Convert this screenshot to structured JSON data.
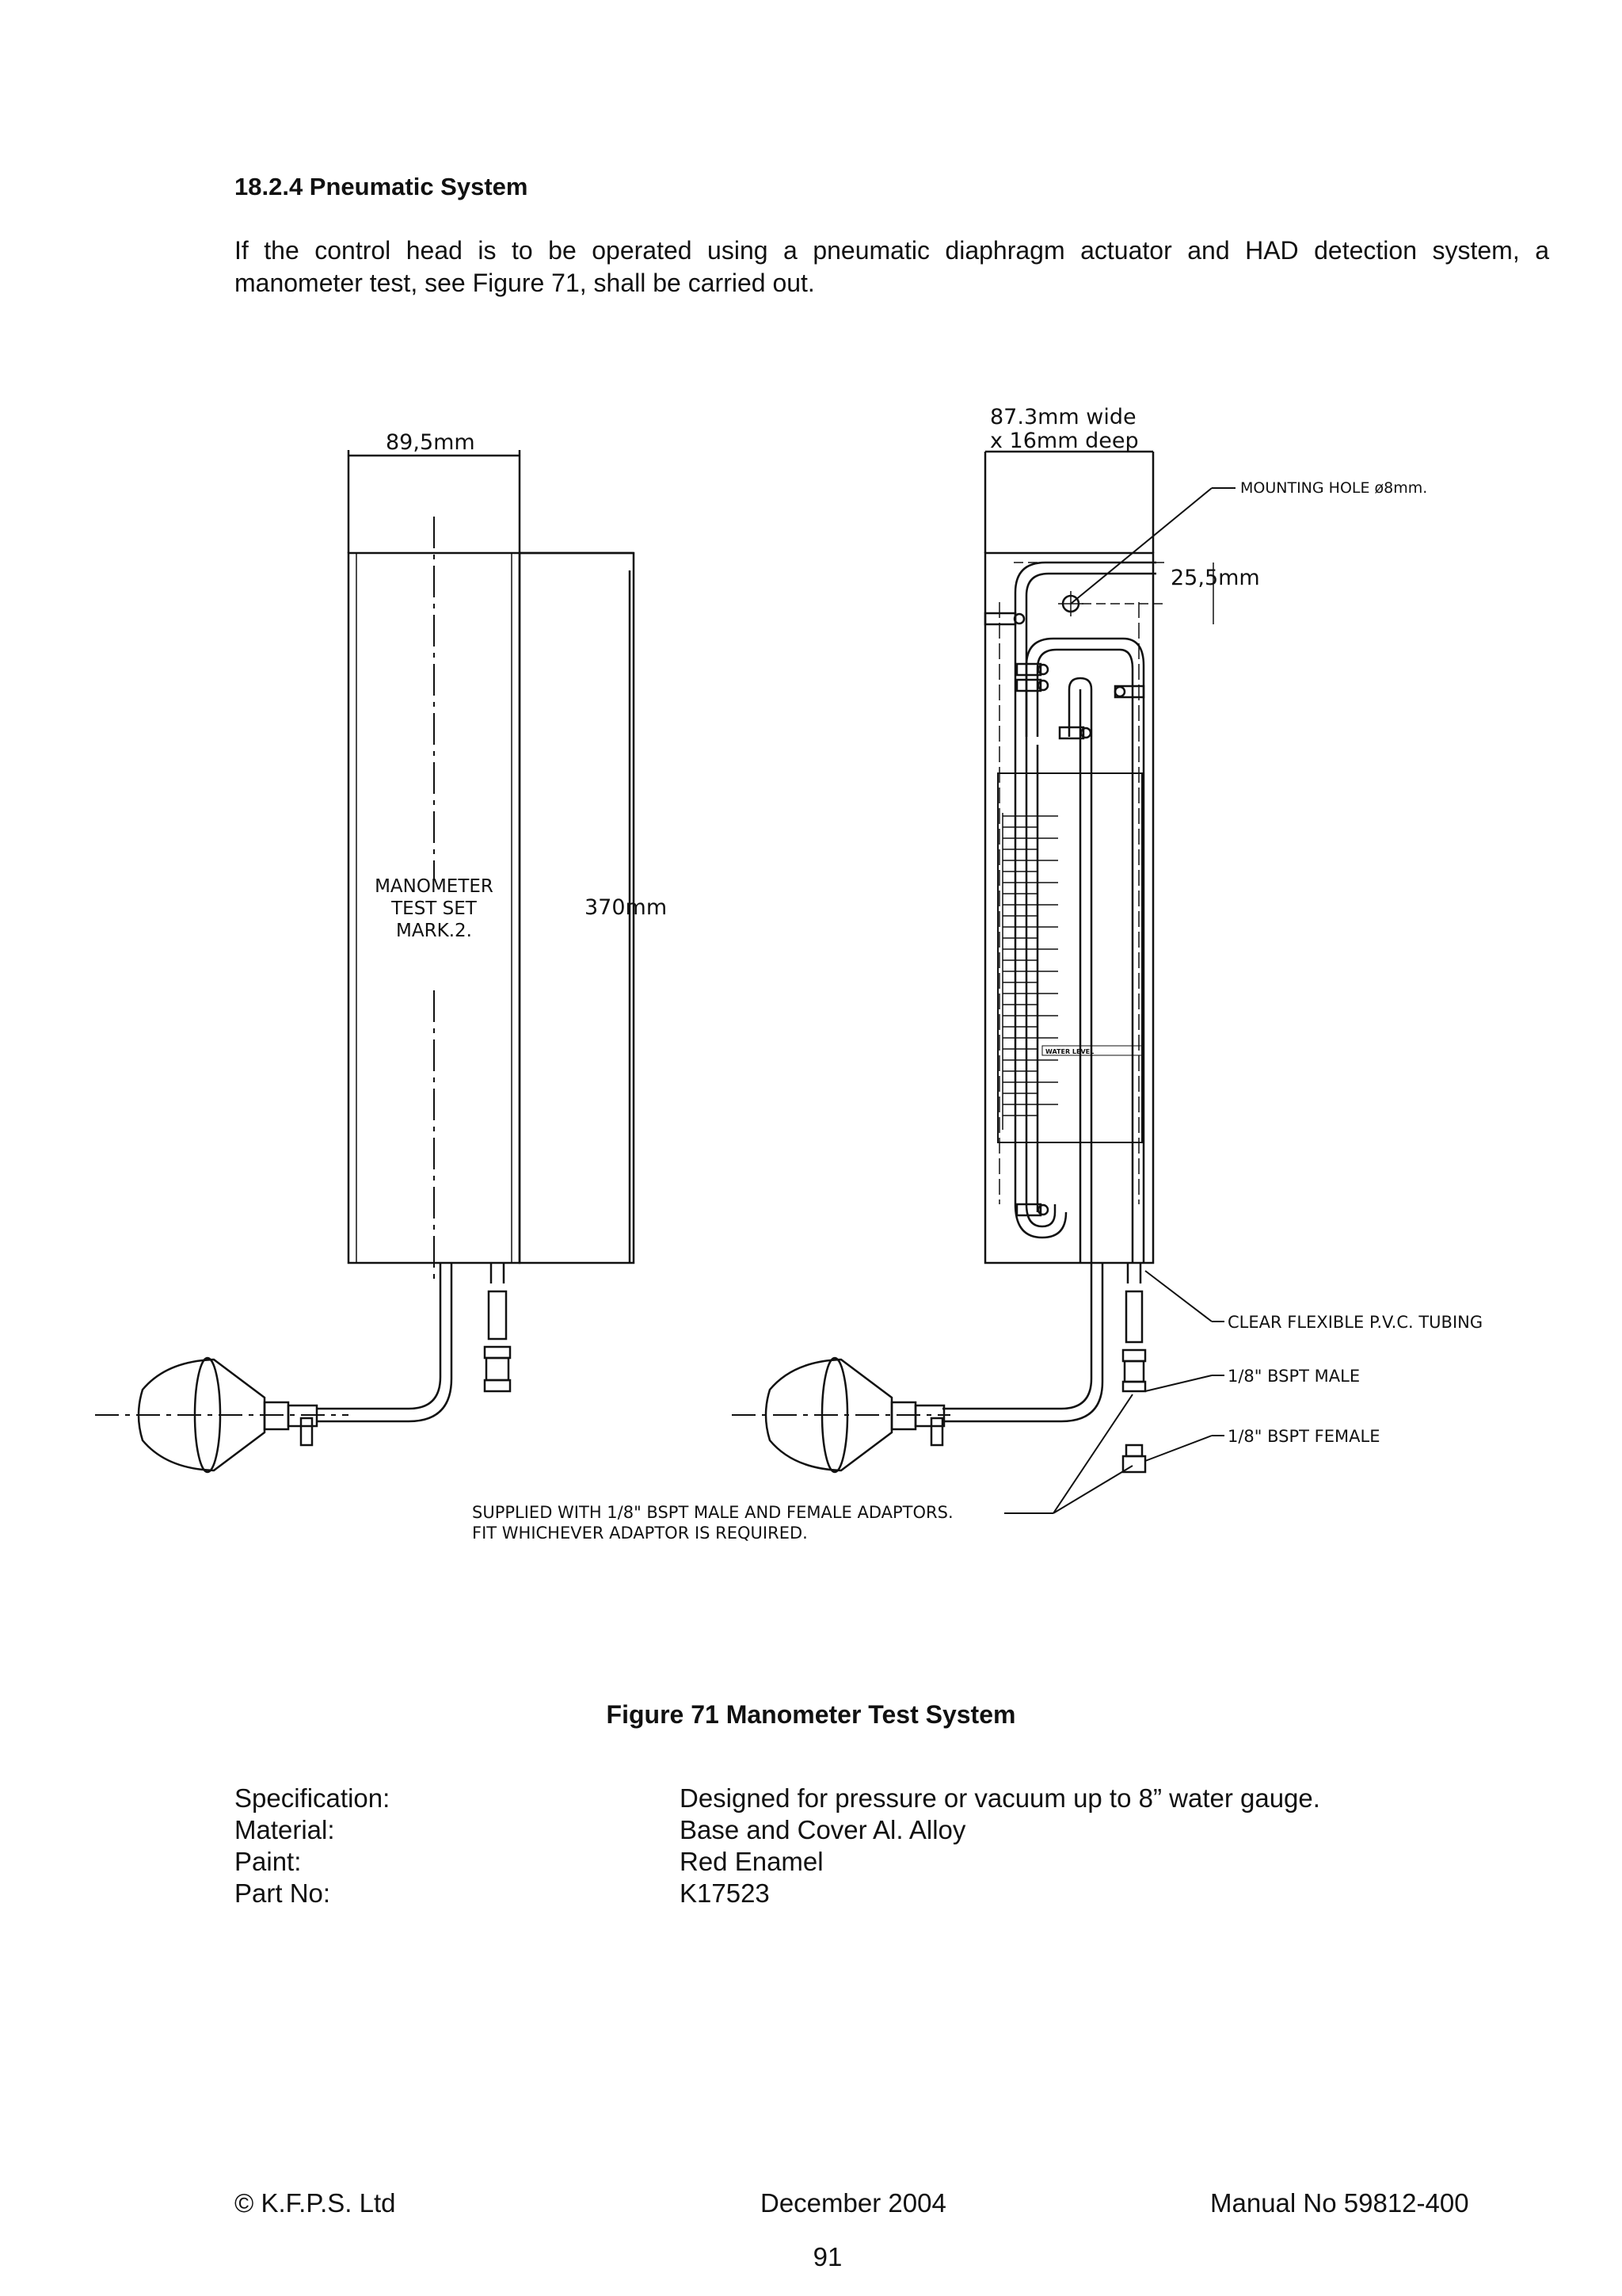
{
  "section": {
    "heading": "18.2.4  Pneumatic System",
    "para_line1": "If the control head is to be operated using a pneumatic diaphragm actuator and HAD detection system, a",
    "para_line2": "manometer test, see Figure 71, shall be carried out."
  },
  "figure": {
    "left_view": {
      "width_dim": "89,5mm",
      "height_dim": "370mm",
      "label_line1": "MANOMETER",
      "label_line2": "TEST SET",
      "label_line3": "MARK.2."
    },
    "right_view": {
      "size_line1": "87.3mm  wide",
      "size_line2": "x 16mm  deep",
      "hole_dim": "25,5mm",
      "mounting_hole": "MOUNTING HOLE ø8mm.",
      "water_level": "WATER LEVEL",
      "tubing": "CLEAR FLEXIBLE P.V.C. TUBING",
      "male": "1/8\"  BSPT MALE",
      "female": "1/8\"  BSPT FEMALE",
      "adaptors_line1": "SUPPLIED WITH 1/8\" BSPT MALE AND FEMALE ADAPTORS.",
      "adaptors_line2": "FIT WHICHEVER ADAPTOR IS REQUIRED."
    },
    "caption": "Figure 71  Manometer Test System"
  },
  "specs": [
    {
      "label": "Specification:",
      "value": "Designed for pressure or vacuum up to 8” water gauge."
    },
    {
      "label": "Material:",
      "value": "Base and Cover Al. Alloy"
    },
    {
      "label": "Paint:",
      "value": "Red Enamel"
    },
    {
      "label": "Part No:",
      "value": "K17523"
    }
  ],
  "footer": {
    "left": "© K.F.P.S. Ltd",
    "center": "December 2004",
    "right": "Manual No 59812-400",
    "page": "91"
  }
}
